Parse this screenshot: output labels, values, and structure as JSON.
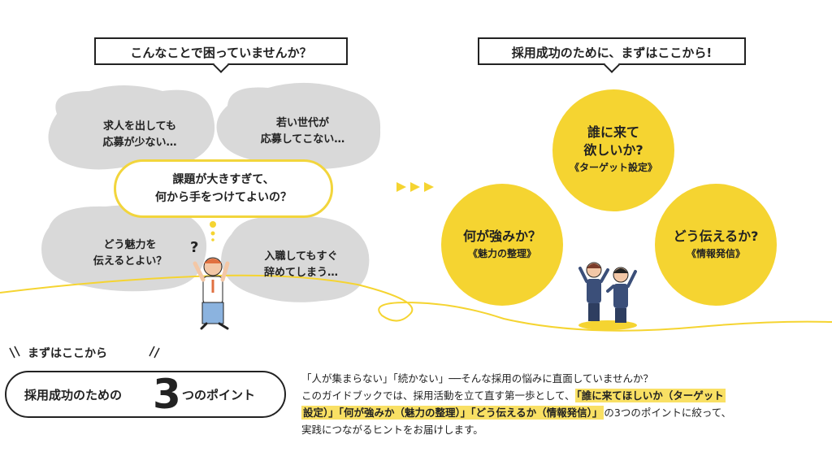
{
  "left_heading": "こんなことで困っていませんか？",
  "right_heading": "採用成功のために、まずはここから!",
  "worries": [
    {
      "line1": "求人を出しても",
      "line2": "応募が少ない…"
    },
    {
      "line1": "若い世代が",
      "line2": "応募してこない…"
    },
    {
      "line1": "どう魅力を",
      "line2": "伝えるとよい？"
    },
    {
      "line1": "入職してもすぐ",
      "line2": "辞めてしまう…"
    }
  ],
  "main_worry": {
    "line1": "課題が大きすぎて、",
    "line2": "何から手をつけてよいの？"
  },
  "question_mark": "?",
  "points": [
    {
      "title1": "誰に来て",
      "title2": "欲しいか?",
      "sub": "《ターゲット設定》"
    },
    {
      "title1": "何が強みか？",
      "title2": "",
      "sub": "《魅力の整理》"
    },
    {
      "title1": "どう伝えるか?",
      "title2": "",
      "sub": "《情報発信》"
    }
  ],
  "section": {
    "tag": "まずはここから",
    "box_pre": "採用成功のための",
    "box_num": "3",
    "box_post": "つのポイント"
  },
  "description": {
    "line1": "「人が集まらない」「続かない」──そんな採用の悩みに直面していませんか？",
    "line2_plain": "このガイドブックでは、採用活動を立て直す第一歩として、",
    "line2_hl": "「誰に来てほしいか（ターゲット",
    "line3_hl": "設定）」「何が強みか（魅力の整理）」「どう伝えるか（情報発信）」",
    "line3_plain": "の3つのポイントに絞って、",
    "line4": "実践につながるヒントをお届けします。"
  },
  "colors": {
    "accent_yellow": "#f5d431",
    "cloud_gray": "#d9d9d9",
    "text": "#222222"
  }
}
